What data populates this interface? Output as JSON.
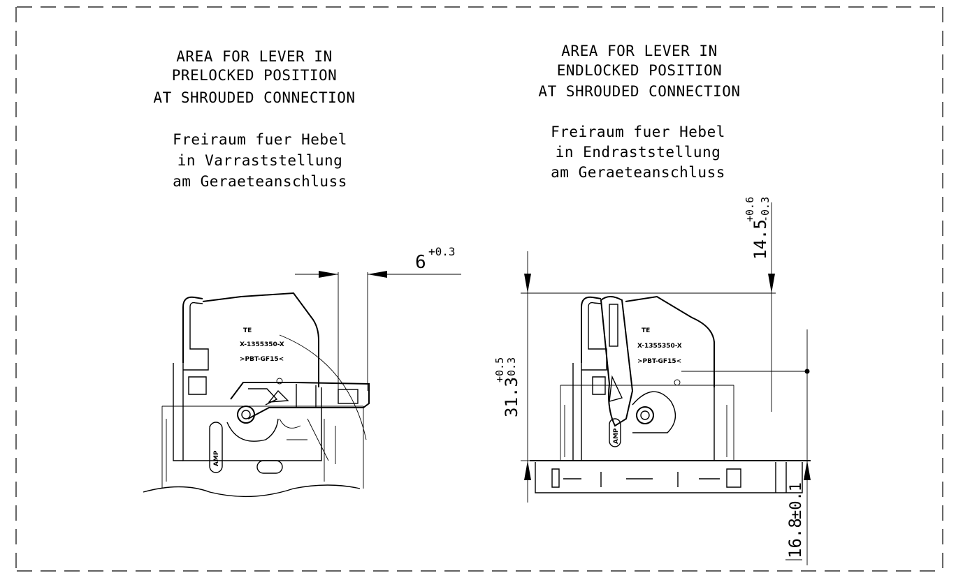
{
  "left_view": {
    "caption_en": [
      "AREA FOR LEVER IN",
      "PRELOCKED POSITION",
      "AT SHROUDED CONNECTION"
    ],
    "caption_de": [
      "Freiraum fuer Hebel",
      "in Varraststellung",
      "am Geraeteanschluss"
    ],
    "dimension": {
      "value": "6",
      "tolerance": "+0.3"
    },
    "part_marking": {
      "logo": "TE",
      "part_number": "X-1355350-X",
      "material": ">PBT-GF15<",
      "brand": "AMP"
    }
  },
  "right_view": {
    "caption_en": [
      "AREA FOR LEVER IN",
      "ENDLOCKED POSITION",
      "AT SHROUDED CONNECTION"
    ],
    "caption_de": [
      "Freiraum fuer Hebel",
      "in Endraststellung",
      "am Geraeteanschluss"
    ],
    "dim_height": {
      "value": "31.3",
      "upper": "+0.5",
      "lower": "-0.3"
    },
    "dim_top": {
      "value": "14.5",
      "upper": "+0.6",
      "lower": "-0.3"
    },
    "dim_bottom": {
      "value": "16.8",
      "tolerance": "±0.1"
    },
    "part_marking": {
      "logo": "TE",
      "part_number": "X-1355350-X",
      "material": ">PBT-GF15<",
      "brand": "AMP"
    }
  }
}
